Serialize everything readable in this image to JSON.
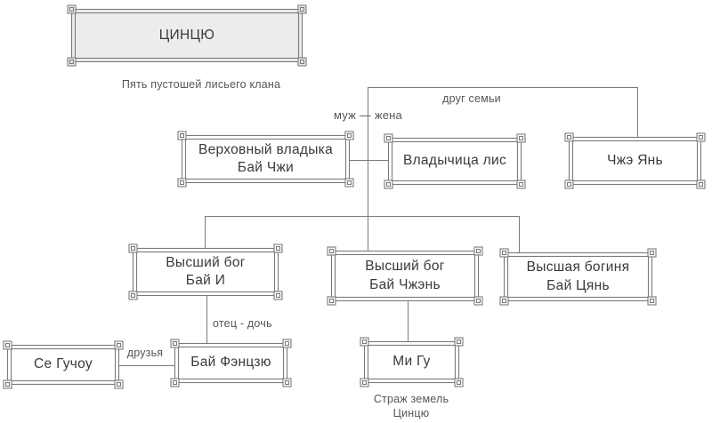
{
  "colors": {
    "line": "#7b7b7b",
    "text": "#3a3a3a",
    "label_text": "#565656",
    "title_fill": "#ececec",
    "box_fill": "#ffffff"
  },
  "title_box": {
    "label": "ЦИНЦЮ",
    "caption": "Пять пустошей лисьего клана"
  },
  "nodes": {
    "bai_zhi": {
      "label": "Верховный владыка\nБай Чжи"
    },
    "fox_queen": {
      "label": "Владычица лис"
    },
    "zhe_yan": {
      "label": "Чжэ Янь"
    },
    "bai_yi": {
      "label": "Высший бог\nБай И"
    },
    "bai_zhen": {
      "label": "Высший бог\nБай Чжэнь"
    },
    "bai_qian": {
      "label": "Высшая богиня\nБай Цянь"
    },
    "xie_guchou": {
      "label": "Се Гучоу"
    },
    "bai_fengjiu": {
      "label": "Бай Фэнцзю"
    },
    "mi_gu": {
      "label": "Ми Гу"
    }
  },
  "edge_labels": {
    "spouses": "муж — жена",
    "family_friend": "друг семьи",
    "father_daughter": "отец - дочь",
    "friends": "друзья"
  },
  "footnote": "Страж земель\nЦинцю"
}
